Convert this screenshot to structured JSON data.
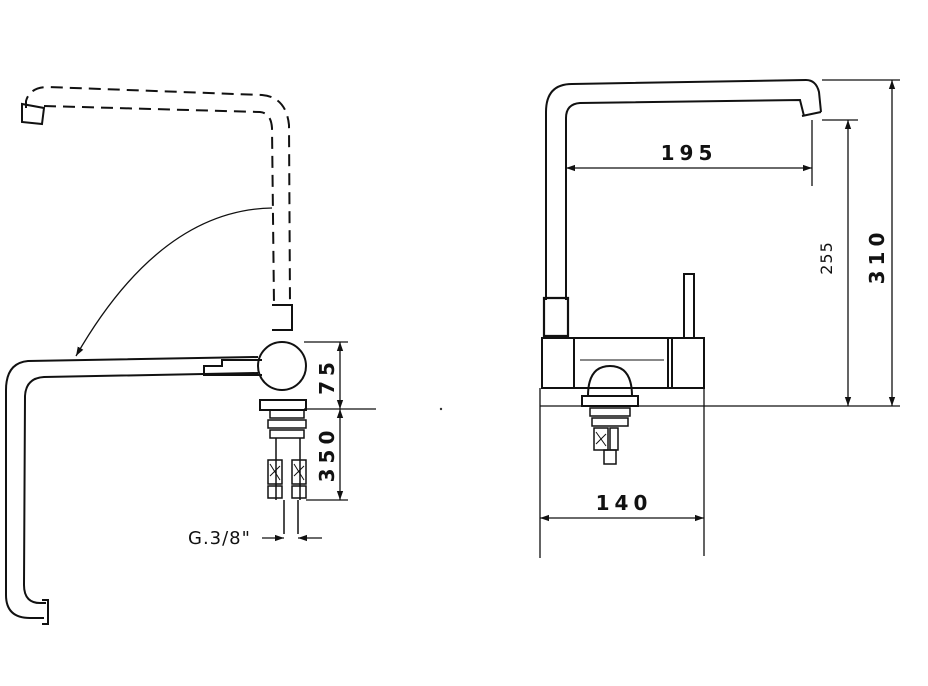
{
  "dimensions": {
    "d75": "75",
    "d350": "350",
    "thread": "G.3/8\"",
    "d195": "195",
    "d255": "255",
    "d310": "310",
    "d140": "140"
  }
}
